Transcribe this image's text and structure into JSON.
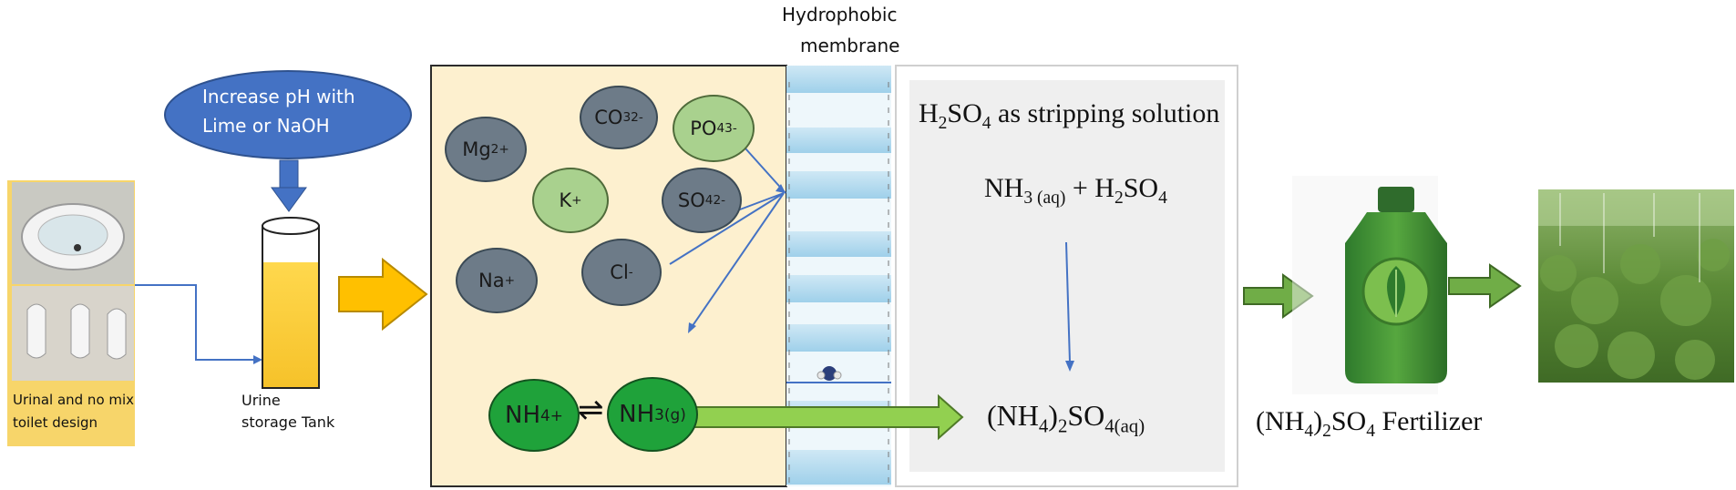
{
  "photo_toilet": {
    "caption_line1": "Urinal and no mix",
    "caption_line2": "toilet design"
  },
  "ph_step": {
    "label_line1": "Increase pH with",
    "label_line2": "Lime or NaOH"
  },
  "tank": {
    "label_line1": "Urine",
    "label_line2": "storage Tank"
  },
  "membrane": {
    "label_line1": "Hydrophobic",
    "label_line2": "membrane"
  },
  "feed_ions": [
    {
      "base": "Mg",
      "sup": "2+",
      "sub": ""
    },
    {
      "base": "CO",
      "sup": "2-",
      "sub": "3"
    },
    {
      "base": "PO",
      "sup": "3-",
      "sub": "4"
    },
    {
      "base": "K",
      "sup": "+",
      "sub": ""
    },
    {
      "base": "SO",
      "sup": "2-",
      "sub": "4"
    },
    {
      "base": "Na",
      "sup": "+",
      "sub": ""
    },
    {
      "base": "Cl",
      "sup": "-",
      "sub": ""
    }
  ],
  "equilibrium": {
    "left": {
      "base": "NH",
      "sub": "4",
      "sup": "+"
    },
    "arrow": "⇌",
    "right": {
      "base": "NH",
      "sub": "3(g)"
    }
  },
  "stripping": {
    "title": {
      "pre": "H",
      "sub1": "2",
      "mid": "SO",
      "sub2": "4",
      "post": " as stripping solution"
    },
    "reaction": {
      "a": "NH",
      "a_sub": "3 (aq)",
      "plus": " + H",
      "b_sub": "2",
      "b": "SO",
      "b_sub2": "4"
    },
    "product": {
      "open": "(NH",
      "sub1": "4",
      "close": ")",
      "sub2": "2",
      "mid": "SO",
      "sub3": "4(aq)"
    }
  },
  "fertilizer": {
    "open": "(NH",
    "sub1": "4",
    "close": ")",
    "sub2": "2",
    "mid": "SO",
    "sub3": "4",
    "post": " Fertilizer"
  },
  "colors": {
    "feed_bg": "#fdf0cf",
    "ion_grey": "#6d7b88",
    "ion_light_green": "#a9d18e",
    "ion_dark_green": "#1fa23a",
    "ellipse_blue": "#4472c4",
    "arrow_orange": "#ffc000",
    "arrow_green": "#70ad47",
    "line_blue": "#4472c4"
  }
}
